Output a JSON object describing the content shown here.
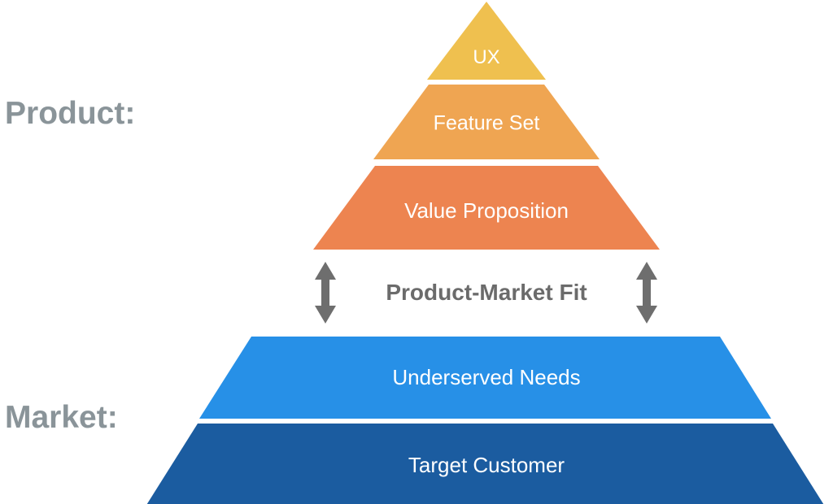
{
  "diagram": {
    "title_labels": {
      "product": "Product:",
      "market": "Market:"
    },
    "connector": {
      "label": "Product-Market Fit",
      "arrow_left": "double-headed-vertical-arrow",
      "arrow_right": "double-headed-vertical-arrow",
      "color": "#6E6E6E"
    },
    "product_tiers": [
      {
        "label": "UX",
        "color": "#EFC04F"
      },
      {
        "label": "Feature Set",
        "color": "#EFA552"
      },
      {
        "label": "Value Proposition",
        "color": "#ED8450"
      }
    ],
    "market_tiers": [
      {
        "label": "Underserved Needs",
        "color": "#2790E7"
      },
      {
        "label": "Target Customer",
        "color": "#1B5CA0"
      }
    ],
    "label_color": "#8A9499",
    "tier_text_color": "#FFFFFF",
    "background_color": "#FFFFFF"
  }
}
